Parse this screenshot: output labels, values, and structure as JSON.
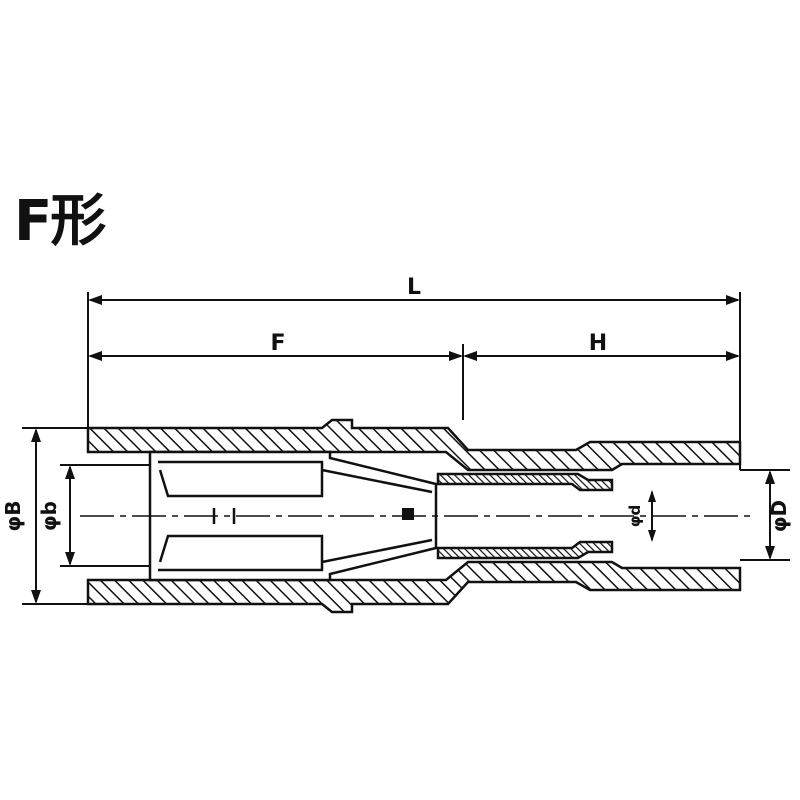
{
  "figure": {
    "title": "F形",
    "dimensions": {
      "overall_length": "L",
      "front_length": "F",
      "rear_length": "H",
      "outer_diameter": "φB",
      "inner_diameter": "φb",
      "barrel_outer_diameter": "φD",
      "barrel_inner_diameter": "φd"
    }
  }
}
